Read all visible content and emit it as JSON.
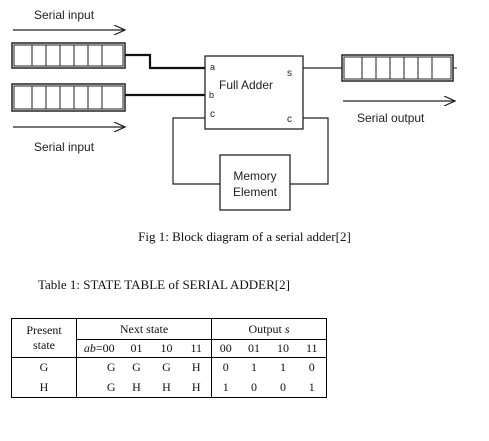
{
  "diagram": {
    "serial_input_top": "Serial input",
    "serial_input_bottom": "Serial input",
    "serial_output": "Serial output",
    "adder": {
      "title": "Full Adder",
      "pin_a": "a",
      "pin_b": "b",
      "pin_c_in": "c",
      "pin_s": "s",
      "pin_c_out": "c"
    },
    "memory": {
      "line1": "Memory",
      "line2": "Element"
    }
  },
  "fig_caption": "Fig 1: Block diagram of a serial adder[2]",
  "table_caption": "Table 1: STATE TABLE of SERIAL ADDER[2]",
  "state_table": {
    "present_state_header_1": "Present",
    "present_state_header_2": "state",
    "next_state_header": "Next state",
    "output_header": "Output",
    "output_var": "s",
    "ab_label": "ab",
    "next_cols": [
      "=00",
      "01",
      "10",
      "11"
    ],
    "out_cols": [
      "00",
      "01",
      "10",
      "11"
    ],
    "rows": [
      {
        "state": "G",
        "next": [
          "G",
          "G",
          "G",
          "H"
        ],
        "out": [
          "0",
          "1",
          "1",
          "0"
        ]
      },
      {
        "state": "H",
        "next": [
          "G",
          "H",
          "H",
          "H"
        ],
        "out": [
          "1",
          "0",
          "0",
          "1"
        ]
      }
    ]
  }
}
